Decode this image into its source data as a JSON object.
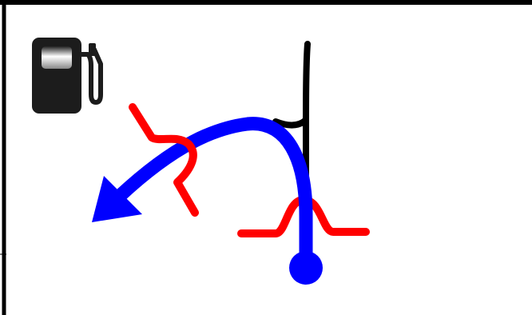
{
  "sign": {
    "kind": "junction-route-diagram",
    "icons": [
      "fuel-pump-icon"
    ],
    "route_direction": "lower-left",
    "minor_road_direction": "up",
    "colors": {
      "border": "#000000",
      "route": "#0000ff",
      "crossing_road": "#ff0000",
      "minor_road": "#000000",
      "background": "#ffffff"
    }
  }
}
